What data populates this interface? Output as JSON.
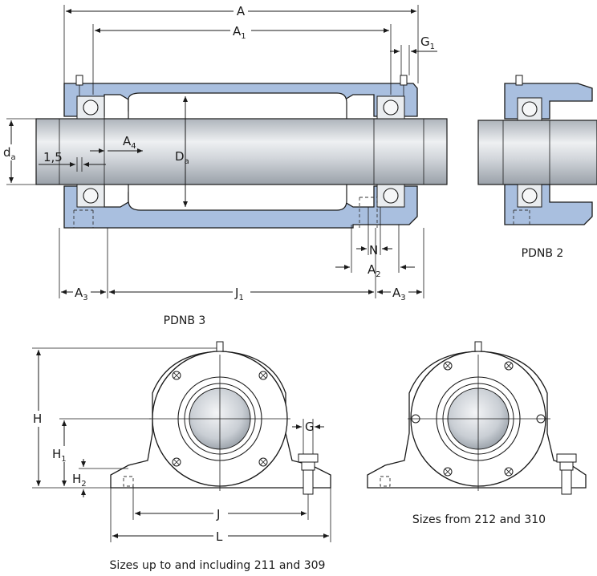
{
  "labels": {
    "A": "A",
    "A1": "A",
    "A1_sub": "1",
    "G1": "G",
    "G1_sub": "1",
    "da": "d",
    "da_sub": "a",
    "val_1_5": "1,5",
    "A4": "A",
    "A4_sub": "4",
    "Da": "D",
    "Da_sub": "a",
    "N": "N",
    "A2": "A",
    "A2_sub": "2",
    "A3_left": "A",
    "A3_left_sub": "3",
    "J1": "J",
    "J1_sub": "1",
    "A3_right": "A",
    "A3_right_sub": "3",
    "H": "H",
    "H1": "H",
    "H1_sub": "1",
    "H2": "H",
    "H2_sub": "2",
    "G": "G",
    "J": "J",
    "L": "L"
  },
  "captions": {
    "pdnb3": "PDNB 3",
    "pdnb2": "PDNB 2",
    "sizes_small": "Sizes up to and including 211 and 309",
    "sizes_large": "Sizes from 212 and 310"
  },
  "colors": {
    "housing": "#a9bfdf",
    "shaft": "#c8cdd3",
    "shaft_highlight": "#eef0f2"
  }
}
